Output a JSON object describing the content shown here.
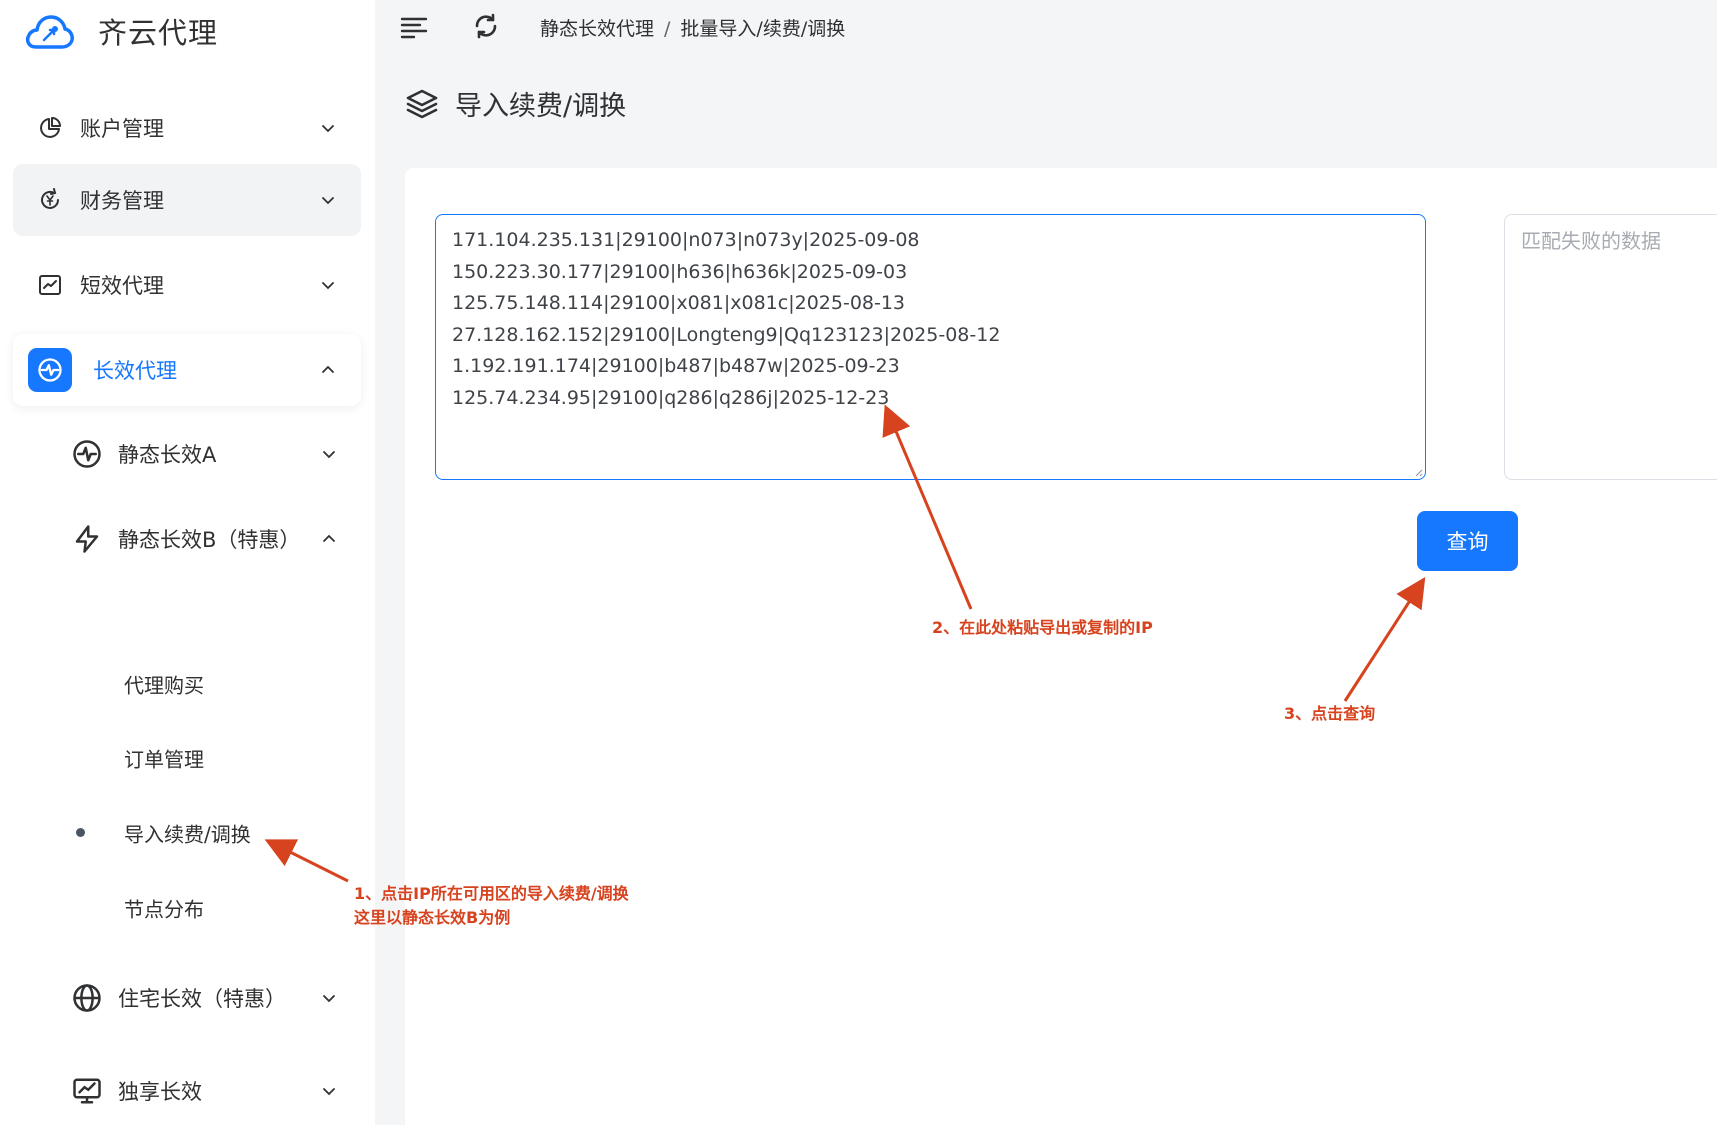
{
  "app": {
    "name": "齐云代理"
  },
  "sidebar": {
    "items": [
      {
        "label": "账户管理",
        "icon": "pie-chart-icon"
      },
      {
        "label": "财务管理",
        "icon": "yen-refresh-icon"
      },
      {
        "label": "短效代理",
        "icon": "chart-line-icon"
      },
      {
        "label": "长效代理",
        "icon": "pulse-icon"
      }
    ],
    "sub_items": [
      {
        "label": "静态长效A",
        "icon": "pulse-circle-icon"
      },
      {
        "label": "静态长效B（特惠）",
        "icon": "lightning-icon"
      },
      {
        "label": "住宅长效（特惠）",
        "icon": "globe-icon"
      },
      {
        "label": "独享长效",
        "icon": "monitor-chart-icon"
      }
    ],
    "leaves": [
      {
        "label": "代理购买"
      },
      {
        "label": "订单管理"
      },
      {
        "label": "导入续费/调换",
        "selected": true
      },
      {
        "label": "节点分布"
      }
    ]
  },
  "header": {
    "breadcrumb": [
      "静态长效代理",
      "批量导入/续费/调换"
    ],
    "separator": "/"
  },
  "page": {
    "title": "导入续费/调换",
    "ip_lines": [
      "171.104.235.131|29100|n073|n073y|2025-09-08",
      "150.223.30.177|29100|h636|h636k|2025-09-03",
      "125.75.148.114|29100|x081|x081c|2025-08-13",
      "27.128.162.152|29100|Longteng9|Qq123123|2025-08-12",
      "1.192.191.174|29100|b487|b487w|2025-09-23",
      "125.74.234.95|29100|q286|q286j|2025-12-23"
    ],
    "fail_placeholder": "匹配失败的数据",
    "query_button": "查询"
  },
  "annotations": {
    "step1_line1": "1、点击IP所在可用区的导入续费/调换",
    "step1_line2": "这里以静态长效B为例",
    "step2": "2、在此处粘贴导出或复制的IP",
    "step3": "3、点击查询"
  },
  "colors": {
    "accent": "#1677ff",
    "annotation": "#d7431e",
    "main_bg": "#f4f5f7"
  }
}
